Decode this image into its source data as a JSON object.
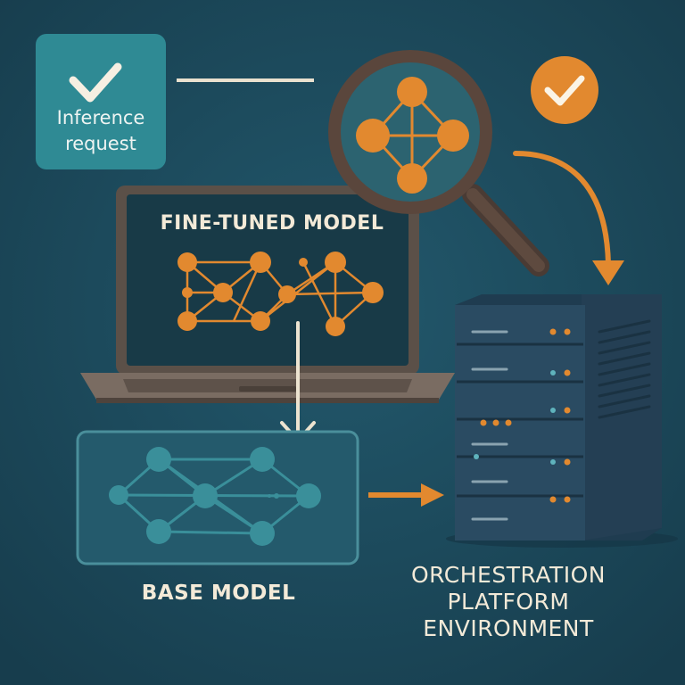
{
  "labels": {
    "inference_line1": "Inference",
    "inference_line2": "request",
    "fine_tuned": "FINE-TUNED MODEL",
    "base": "BASE MODEL",
    "orchestration_line1": "ORCHESTRATION",
    "orchestration_line2": "PLATFORM",
    "orchestration_line3": "ENVIRONMENT"
  },
  "colors": {
    "background": "#1d4a5c",
    "teal_box": "#2f8a94",
    "accent_orange": "#e2892f",
    "node_teal": "#3a8f9a",
    "cream": "#f3ead8",
    "server_body": "#2a4b62",
    "laptop_frame": "#5b5048"
  },
  "icons": [
    "check-icon",
    "magnifier-icon",
    "server-icon",
    "laptop-icon"
  ]
}
